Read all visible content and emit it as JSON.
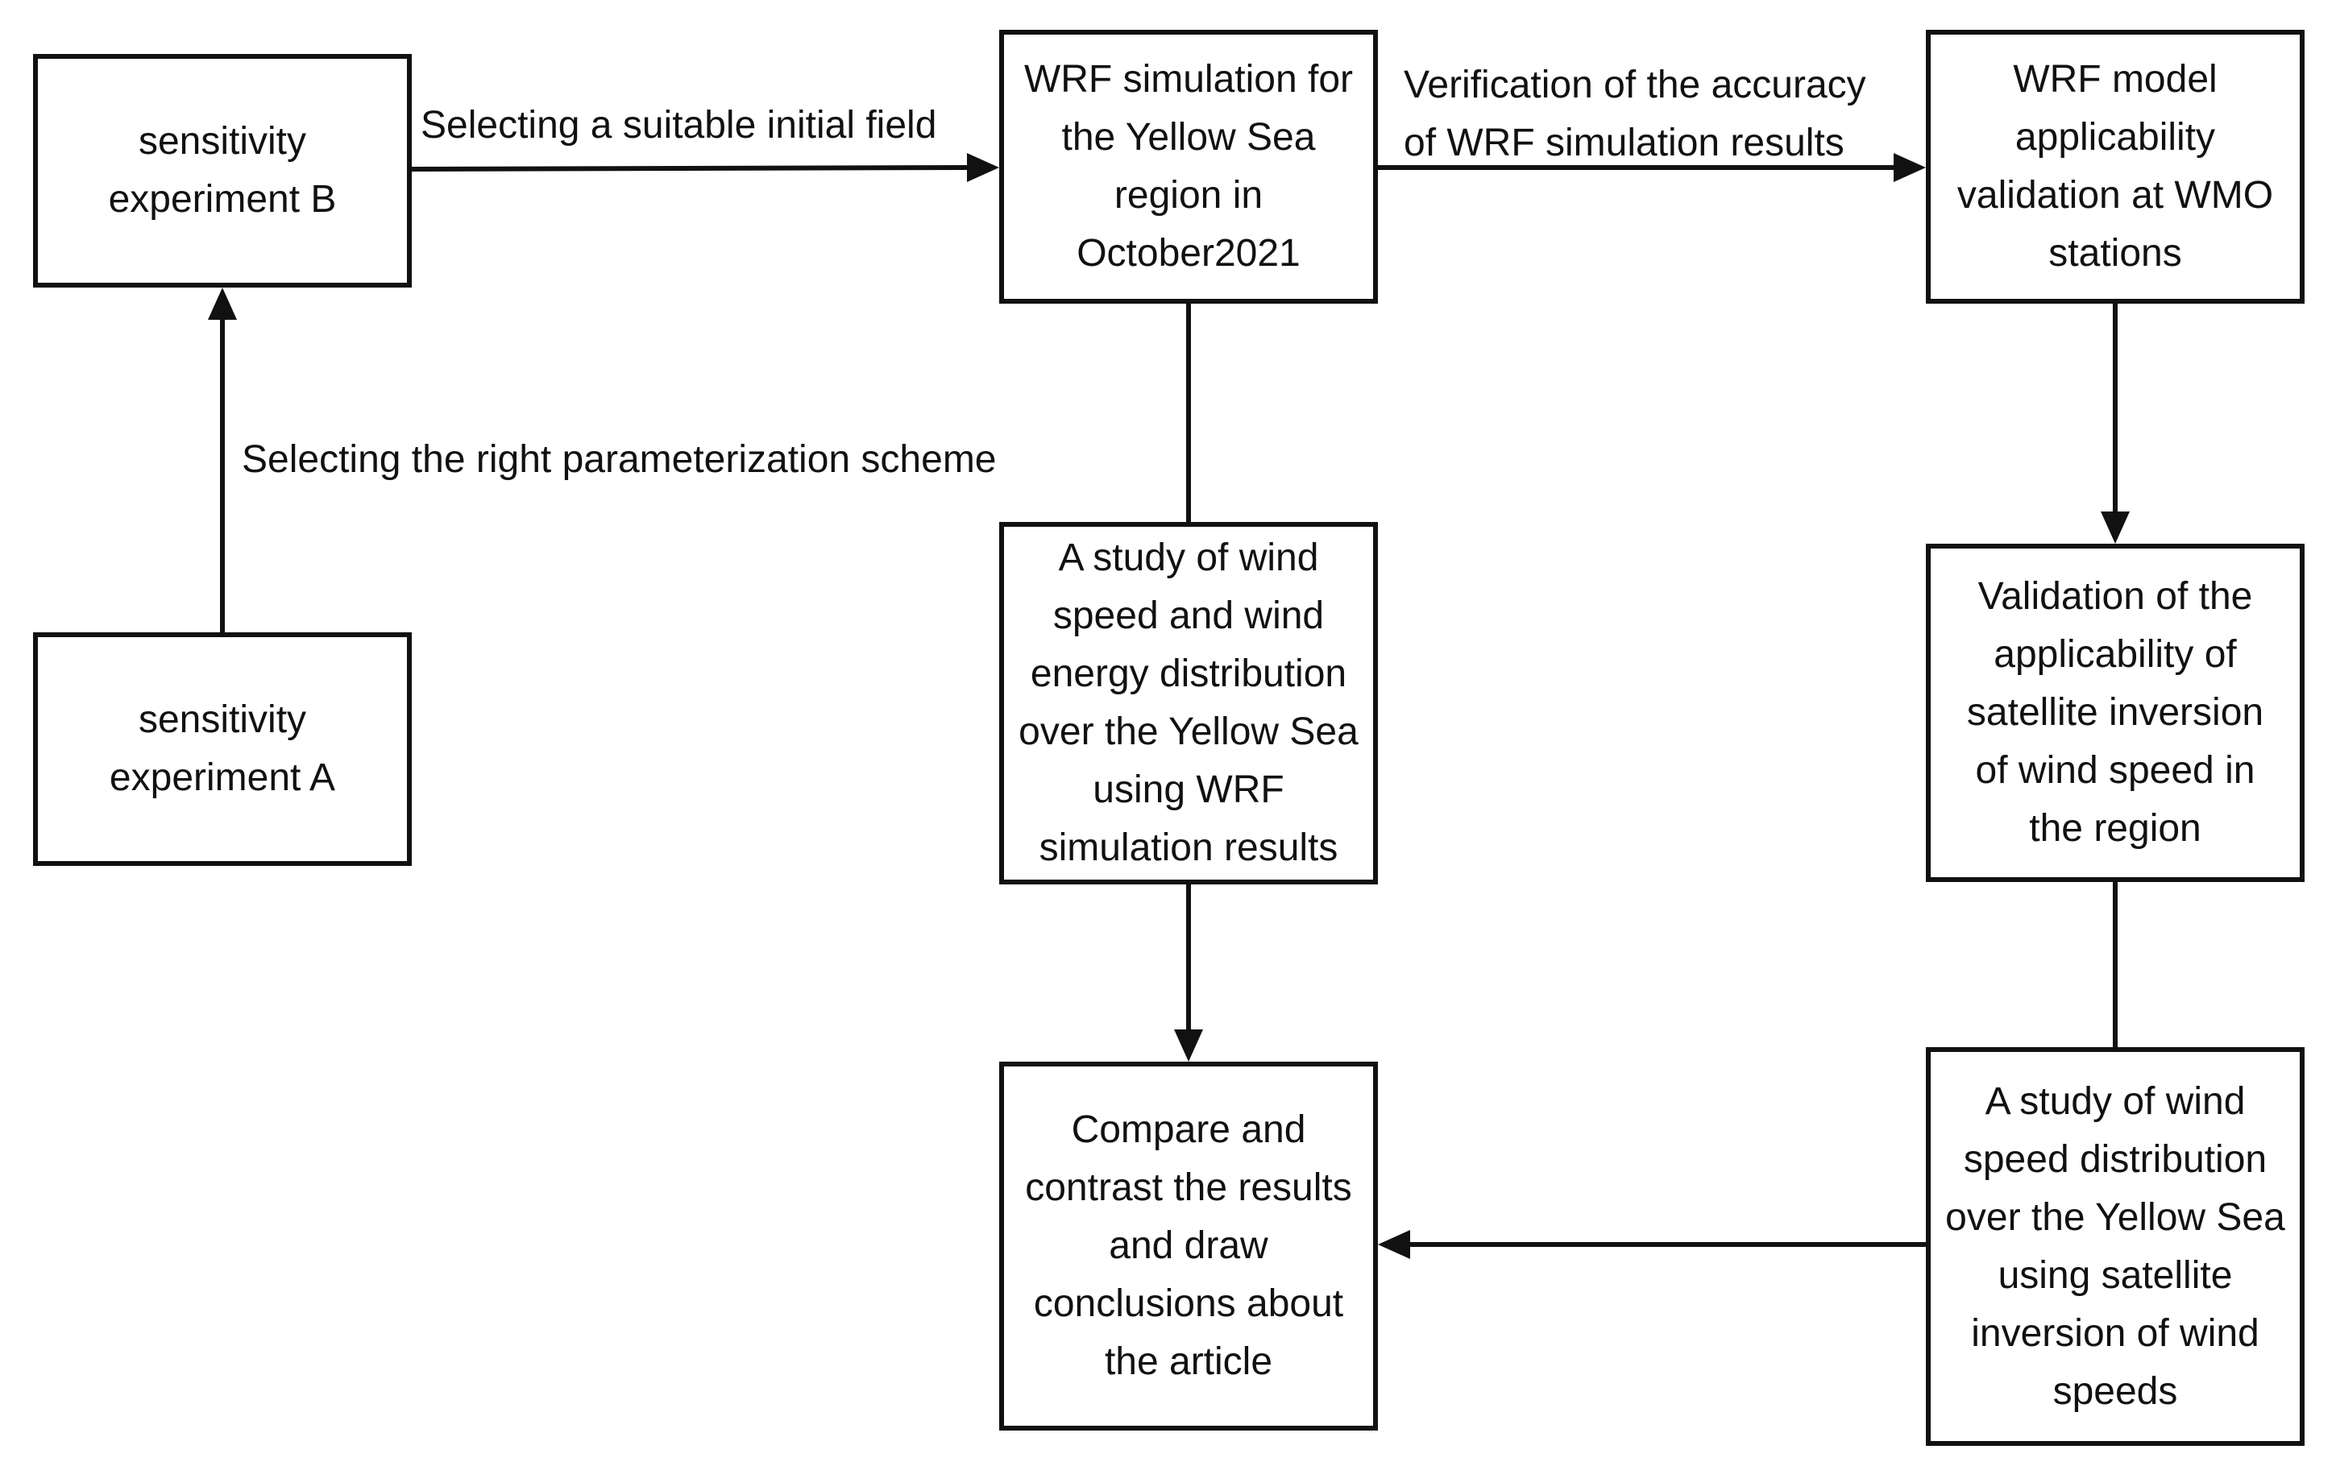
{
  "nodes": {
    "exp_b": "sensitivity\nexperiment B",
    "exp_a": "sensitivity\nexperiment A",
    "wrf_sim": "WRF simulation for\nthe Yellow Sea\nregion in\nOctober2021",
    "wmo_valid": "WRF model\napplicability\nvalidation at WMO\nstations",
    "study_wrf": "A study of wind\nspeed and wind\nenergy distribution\nover the Yellow Sea\nusing WRF\nsimulation results",
    "sat_valid": "Validation of the\napplicability of\nsatellite inversion\nof wind speed in\nthe region",
    "compare": "Compare and\ncontrast the results\nand draw\nconclusions about\nthe article",
    "study_sat": "A study of wind\nspeed distribution\nover the Yellow Sea\nusing satellite\ninversion of wind\nspeeds"
  },
  "edges": {
    "initial_field": "Selecting a suitable initial field",
    "parameterization": "Selecting the right parameterization scheme",
    "verification": "Verification of the accuracy\nof WRF simulation results"
  },
  "colors": {
    "stroke": "#111111",
    "background": "#ffffff"
  }
}
